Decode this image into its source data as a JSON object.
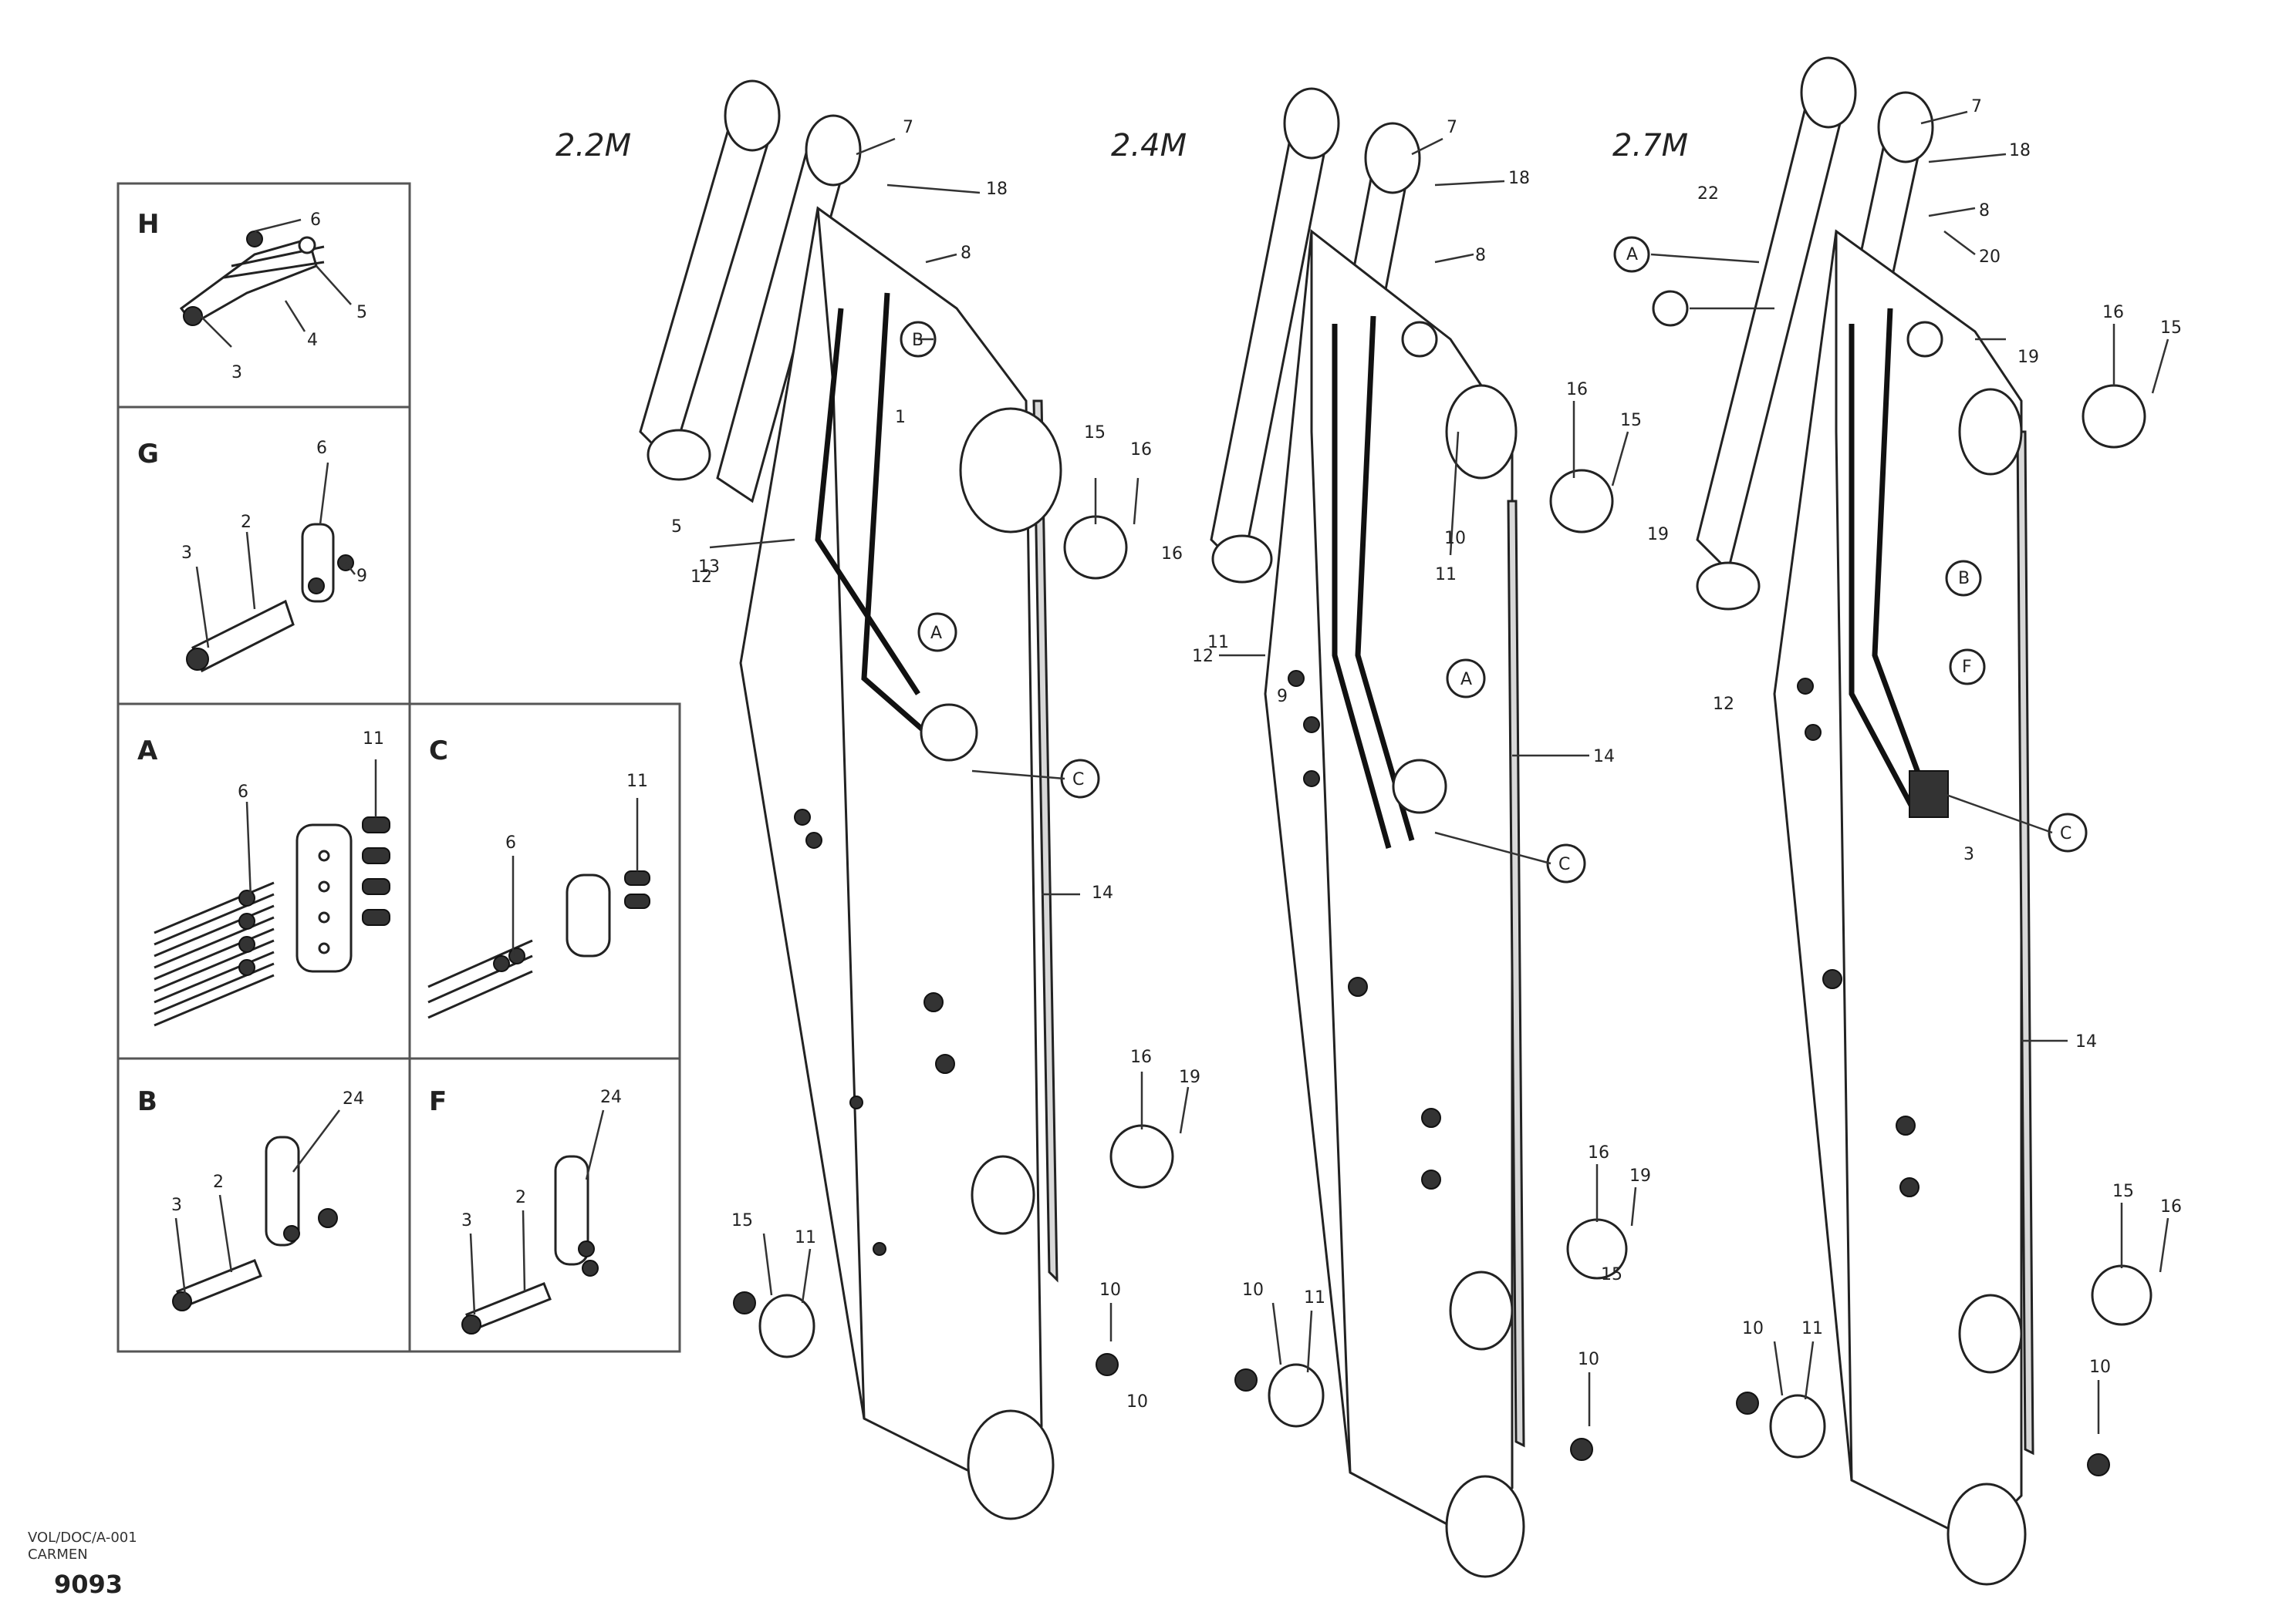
{
  "detail_panels": [
    {
      "id": "H",
      "labels": [
        "6",
        "5",
        "4",
        "3"
      ]
    },
    {
      "id": "G",
      "labels": [
        "6",
        "2",
        "3",
        "9"
      ]
    },
    {
      "id": "A",
      "labels": [
        "11",
        "6"
      ]
    },
    {
      "id": "C",
      "labels": [
        "11",
        "6"
      ]
    },
    {
      "id": "B",
      "labels": [
        "24",
        "2",
        "3"
      ]
    },
    {
      "id": "F",
      "labels": [
        "24",
        "2",
        "3"
      ]
    }
  ],
  "arm_variants": [
    {
      "label": "2.2M",
      "callouts": [
        "7",
        "18",
        "8",
        "12",
        "B",
        "1",
        "A",
        "5",
        "13",
        "15",
        "16",
        "14",
        "16",
        "19",
        "10",
        "11",
        "C",
        "15",
        "16",
        "10"
      ]
    },
    {
      "label": "2.4M",
      "callouts": [
        "7",
        "18",
        "8",
        "11",
        "12",
        "C",
        "14",
        "16",
        "15",
        "19",
        "11",
        "9",
        "10",
        "A",
        "16",
        "19",
        "15",
        "10",
        "11",
        "10"
      ]
    },
    {
      "label": "2.7M",
      "callouts": [
        "7",
        "18",
        "8",
        "20",
        "22",
        "C",
        "16",
        "15",
        "19",
        "12",
        "B",
        "3",
        "F",
        "A",
        "14",
        "15",
        "16",
        "10",
        "11",
        "10"
      ]
    }
  ],
  "footer": {
    "ref": "VOL/DOC/A-001",
    "sub": "CARMEN",
    "code": "9093"
  }
}
